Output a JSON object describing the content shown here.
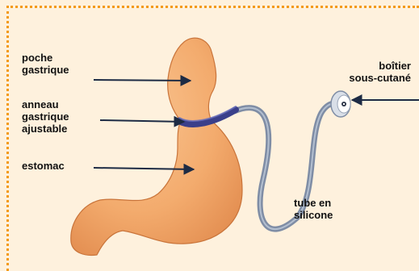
{
  "labels": {
    "poche": "poche\ngastrique",
    "anneau": "anneau\ngastrique\najustable",
    "estomac": "estomac",
    "boitier": "boîtier\nsous-cutané",
    "tube": "tube en\nsilicone"
  },
  "colors": {
    "background": "#fef1dd",
    "frame": "#f39a17",
    "stomach": "#f3ab6d",
    "ring": "#3a3f8a",
    "tube": "#8290a8",
    "arrow": "#1d2b44"
  }
}
